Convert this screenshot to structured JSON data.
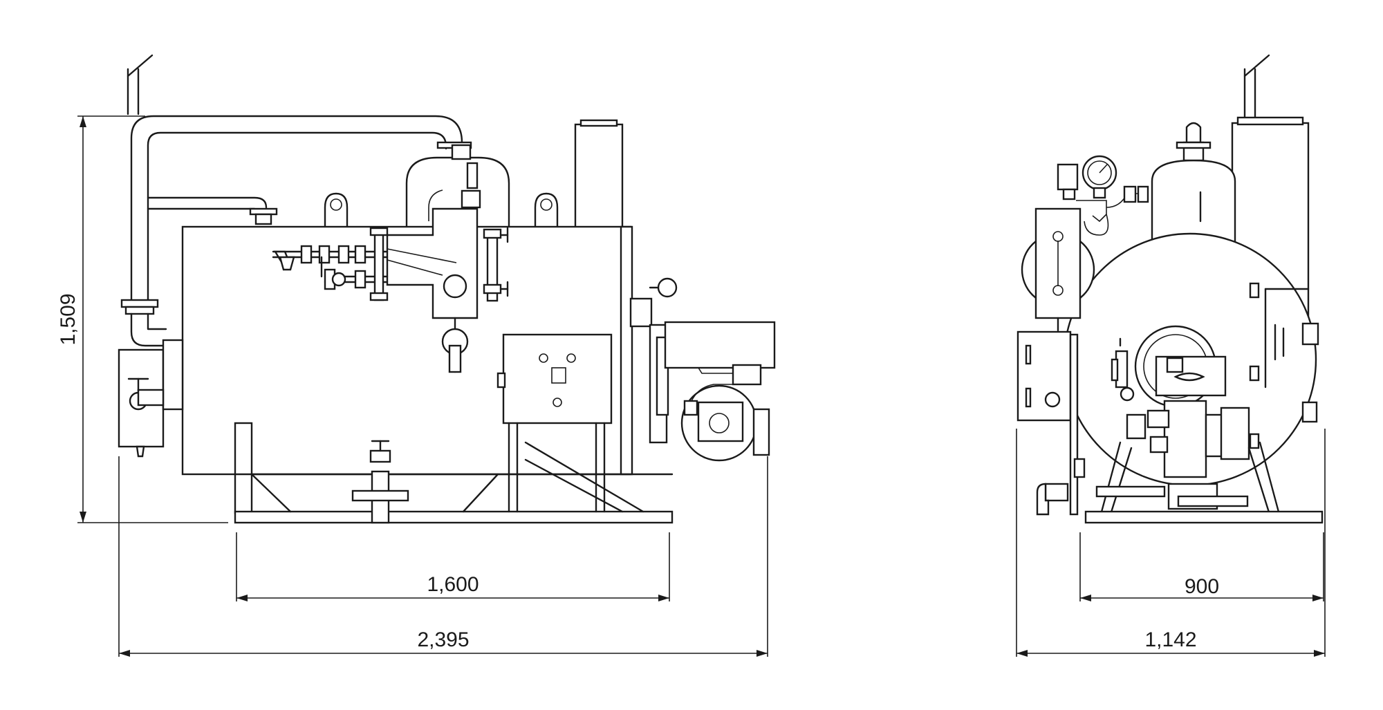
{
  "dimensions": {
    "height": "1,509",
    "base_length": "1,600",
    "overall_length": "2,395",
    "base_width": "900",
    "overall_width": "1,142"
  }
}
